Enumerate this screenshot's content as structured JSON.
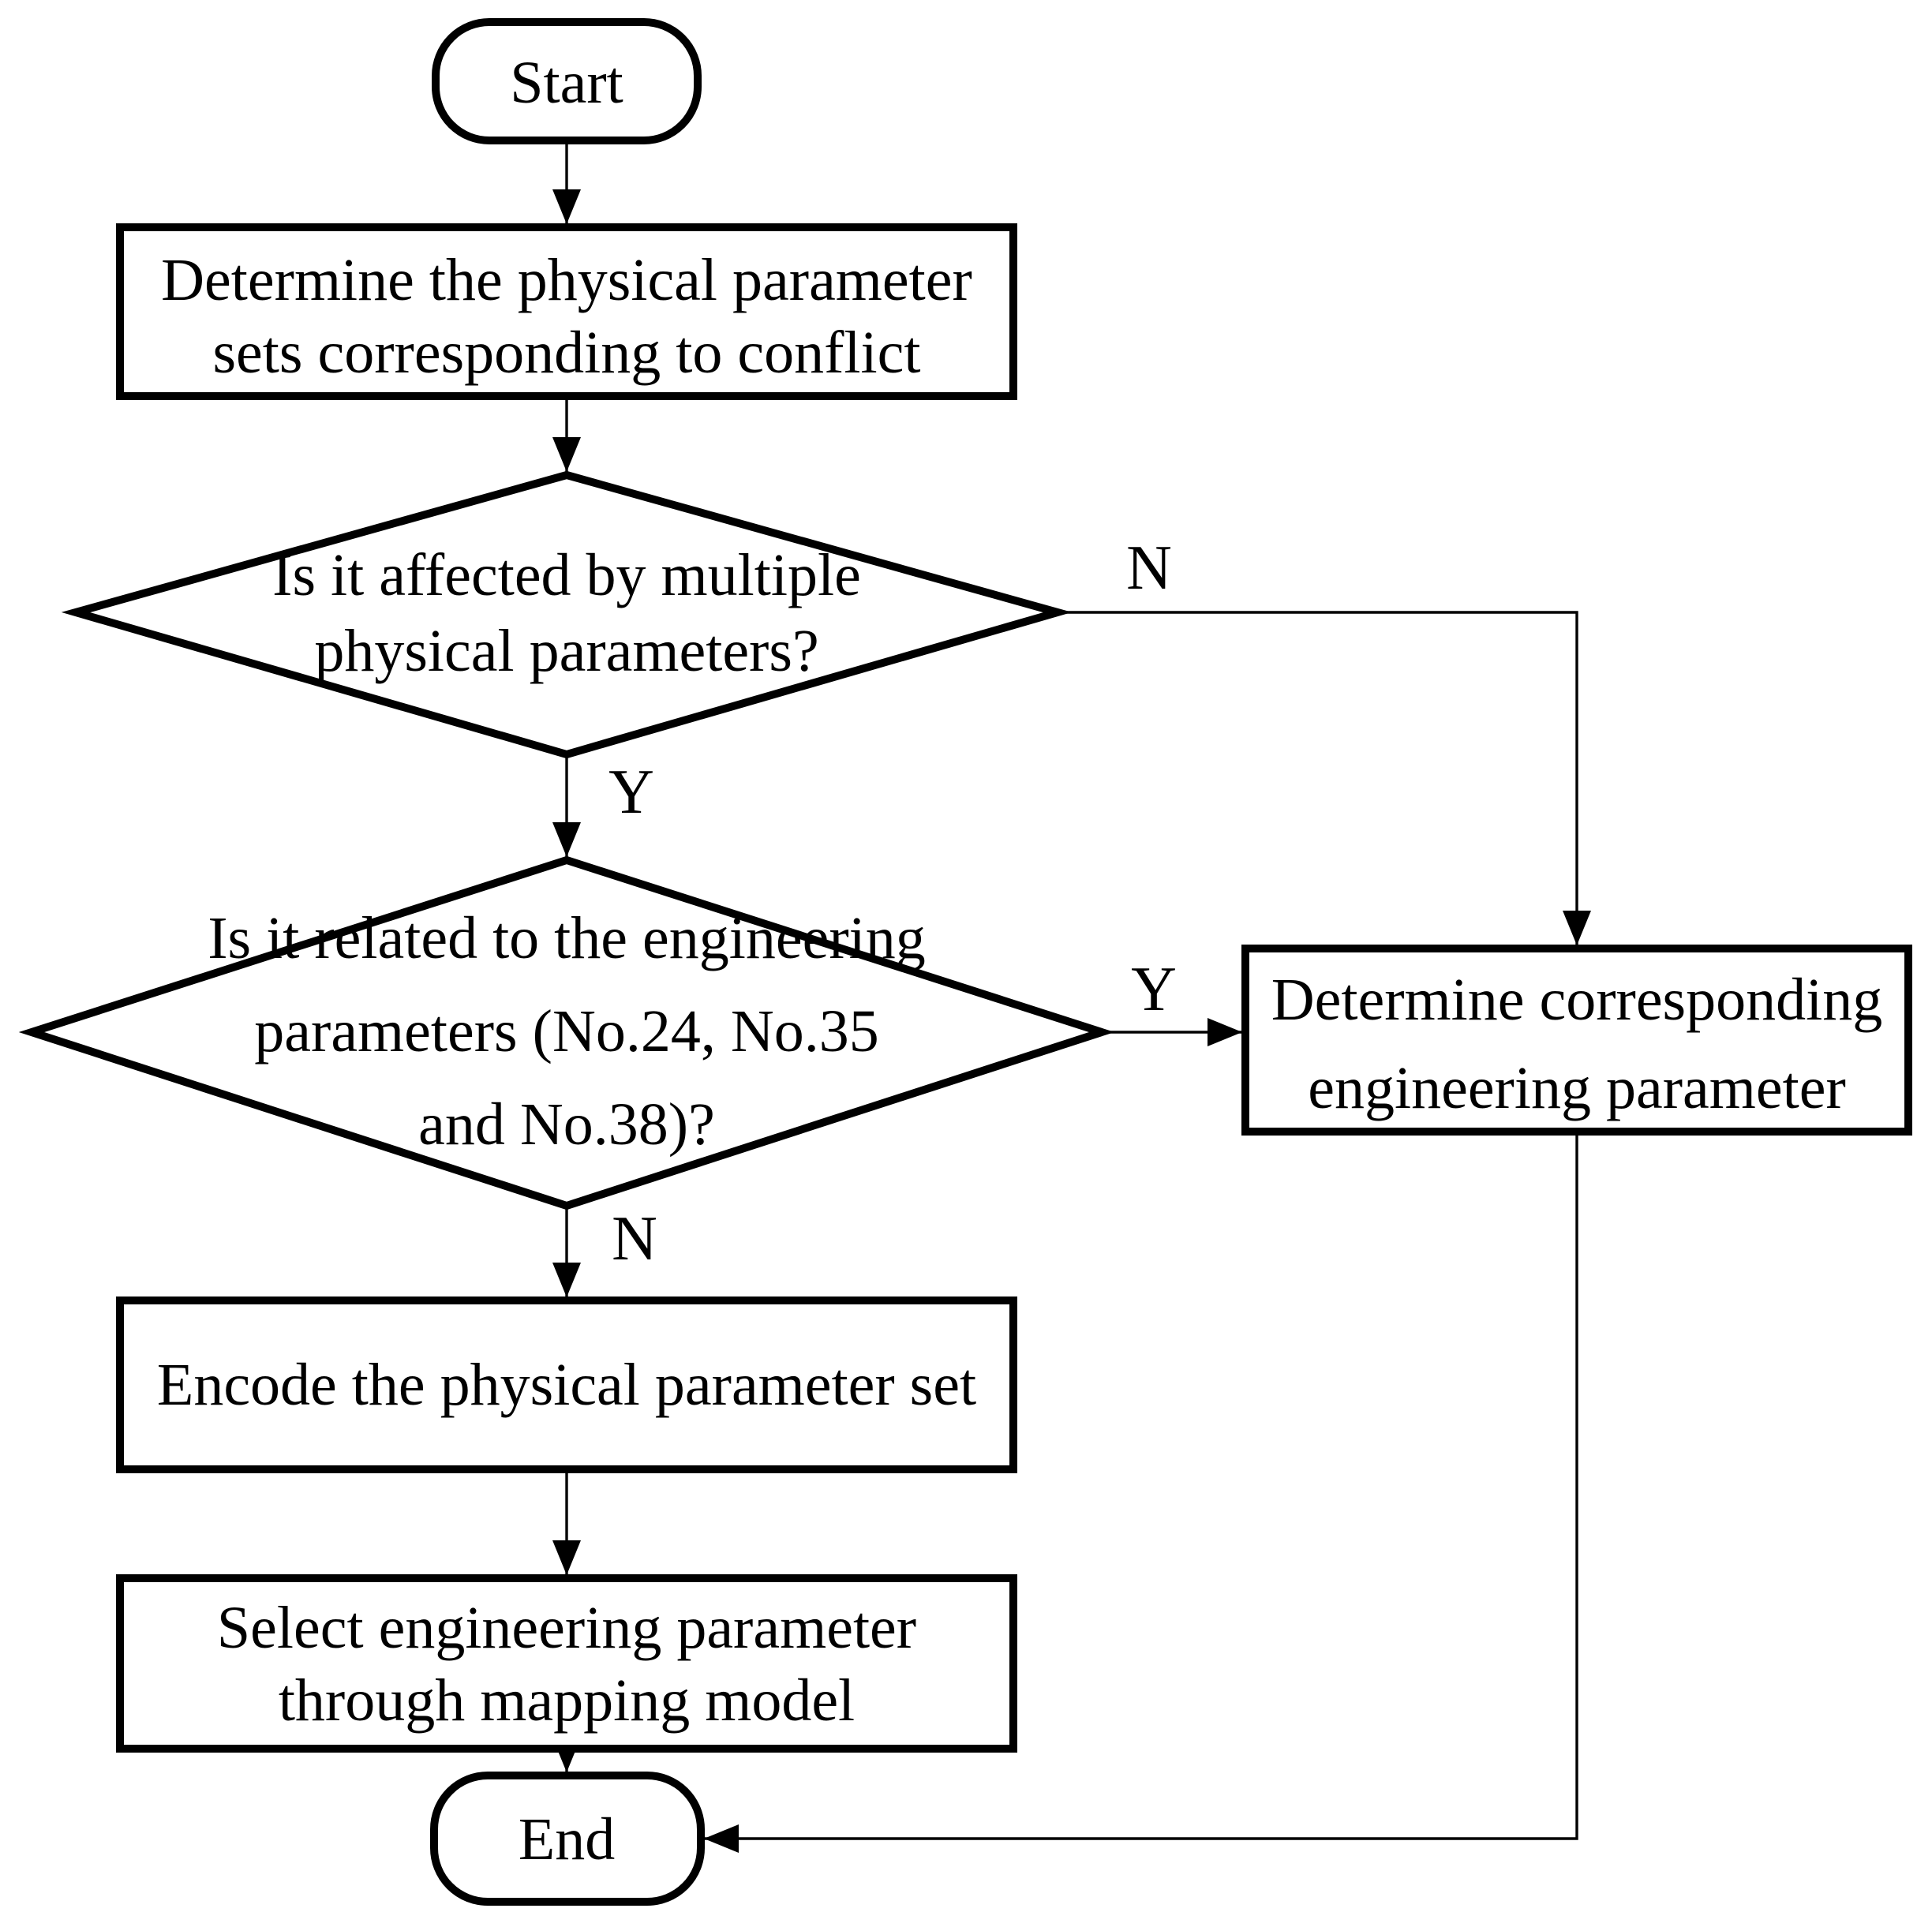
{
  "diagram": {
    "kind": "flowchart",
    "background": "#ffffff",
    "colors": {
      "shape_border": "#000000",
      "shape_fill": "#ffffff",
      "connector": "#000000",
      "text": "#000000"
    }
  },
  "nodes": {
    "start": {
      "shape": "terminator",
      "label": "Start"
    },
    "determine_physical_sets": {
      "shape": "process",
      "lines": [
        "Determine the physical parameter",
        "sets corresponding to conflict"
      ]
    },
    "decision_multiple_params": {
      "shape": "decision",
      "lines": [
        "Is it affected by multiple",
        "physical parameters?"
      ]
    },
    "decision_related_engineering": {
      "shape": "decision",
      "lines": [
        "Is it related to the engineering",
        "parameters (No.24, No.35",
        "and No.38)?"
      ]
    },
    "determine_engineering_param": {
      "shape": "process",
      "lines": [
        "Determine corresponding",
        "engineering parameter"
      ]
    },
    "encode_physical_set": {
      "shape": "process",
      "lines": [
        "Encode the physical parameter set"
      ]
    },
    "select_engineering_param": {
      "shape": "process",
      "lines": [
        "Select engineering parameter",
        "through mapping model"
      ]
    },
    "end": {
      "shape": "terminator",
      "label": "End"
    }
  },
  "edges": [
    {
      "from": "start",
      "to": "determine_physical_sets",
      "label": ""
    },
    {
      "from": "determine_physical_sets",
      "to": "decision_multiple_params",
      "label": ""
    },
    {
      "from": "decision_multiple_params",
      "to": "determine_engineering_param",
      "label": "N"
    },
    {
      "from": "decision_multiple_params",
      "to": "decision_related_engineering",
      "label": "Y"
    },
    {
      "from": "decision_related_engineering",
      "to": "determine_engineering_param",
      "label": "Y"
    },
    {
      "from": "decision_related_engineering",
      "to": "encode_physical_set",
      "label": "N"
    },
    {
      "from": "encode_physical_set",
      "to": "select_engineering_param",
      "label": ""
    },
    {
      "from": "select_engineering_param",
      "to": "end",
      "label": ""
    },
    {
      "from": "determine_engineering_param",
      "to": "end",
      "label": ""
    }
  ]
}
